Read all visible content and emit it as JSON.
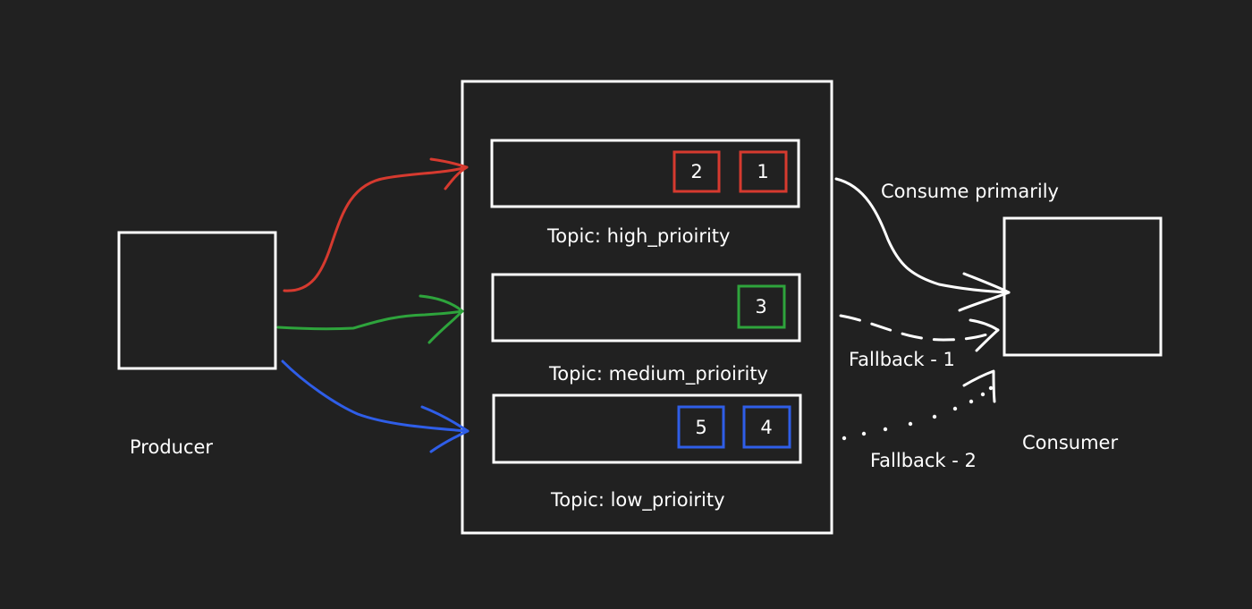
{
  "producer": {
    "label": "Producer"
  },
  "consumer": {
    "label": "Consumer"
  },
  "topics": [
    {
      "label": "Topic: high_prioirity",
      "color": "#d63a2f",
      "messages": [
        "2",
        "1"
      ]
    },
    {
      "label": "Topic: medium_prioirity",
      "color": "#2ea43c",
      "messages": [
        "3"
      ]
    },
    {
      "label": "Topic: low_prioirity",
      "color": "#2f5ee8",
      "messages": [
        "5",
        "4"
      ]
    }
  ],
  "edges": {
    "consume_primarily": "Consume primarily",
    "fallback_1": "Fallback - 1",
    "fallback_2": "Fallback - 2"
  },
  "colors": {
    "background": "#212121",
    "stroke": "#ffffff",
    "high": "#d63a2f",
    "medium": "#2ea43c",
    "low": "#2f5ee8"
  }
}
